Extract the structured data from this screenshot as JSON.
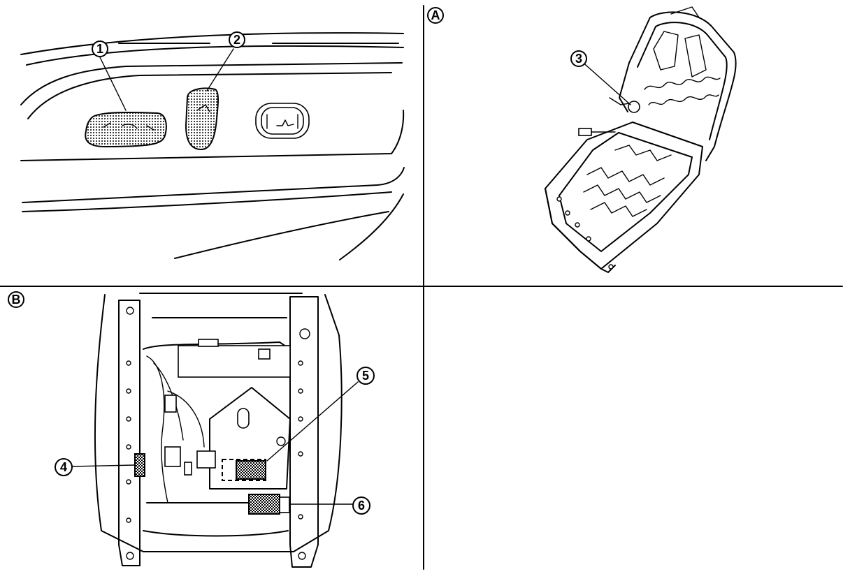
{
  "panels": {
    "a": {
      "label": "A"
    },
    "b": {
      "label": "B"
    }
  },
  "callouts": [
    {
      "id": "1",
      "label": "1"
    },
    {
      "id": "2",
      "label": "2"
    },
    {
      "id": "3",
      "label": "3"
    },
    {
      "id": "4",
      "label": "4"
    },
    {
      "id": "5",
      "label": "5"
    },
    {
      "id": "6",
      "label": "6"
    }
  ]
}
